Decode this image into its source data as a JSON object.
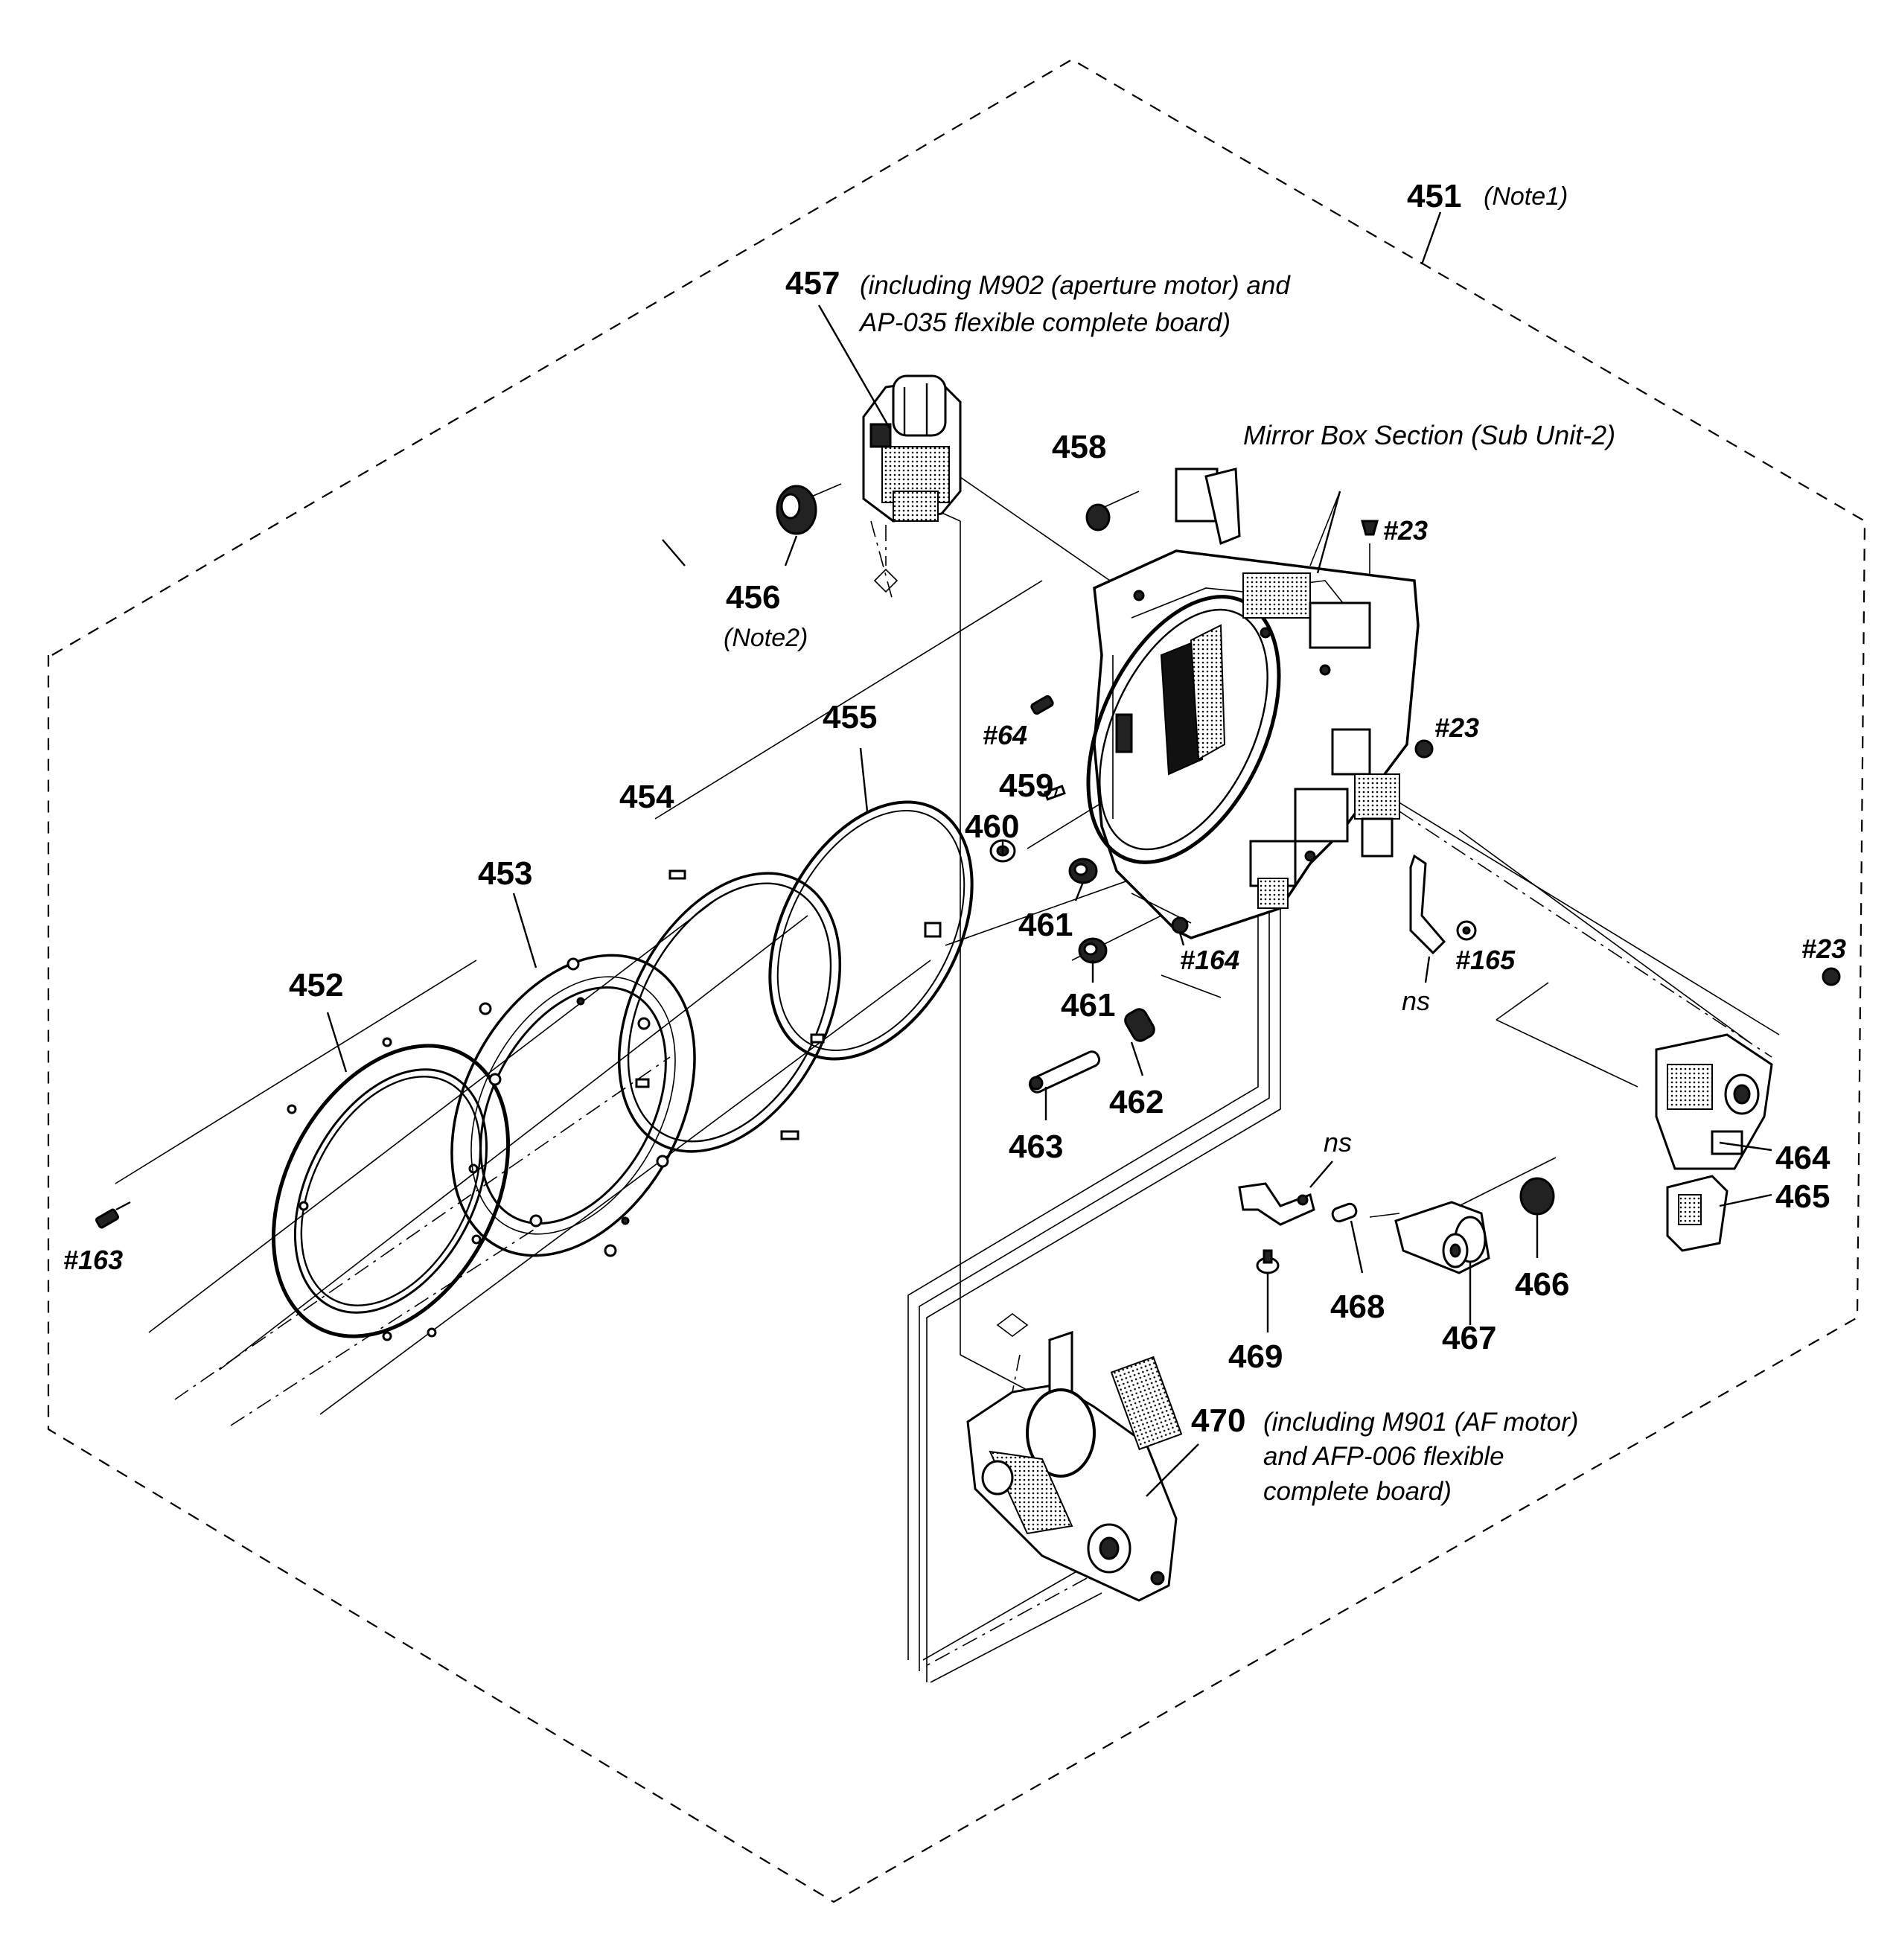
{
  "labels": {
    "p451": "451",
    "p451_note": "(Note1)",
    "p452": "452",
    "p453": "453",
    "p454": "454",
    "p455": "455",
    "p456": "456",
    "p456_note": "(Note2)",
    "p457": "457",
    "p457_note_line1": "(including M902 (aperture motor) and",
    "p457_note_line2": "AP-035 flexible complete board)",
    "p458": "458",
    "p459": "459",
    "p460": "460",
    "p461_a": "461",
    "p461_b": "461",
    "p462": "462",
    "p463": "463",
    "p464": "464",
    "p465": "465",
    "p466": "466",
    "p467": "467",
    "p468": "468",
    "p469": "469",
    "p470": "470",
    "p470_note_line1": "(including M901 (AF motor)",
    "p470_note_line2": "and AFP-006 flexible",
    "p470_note_line3": "complete board)",
    "mirror_box": "Mirror Box Section (Sub Unit-2)",
    "s23_a": "#23",
    "s23_b": "#23",
    "s23_c": "#23",
    "s64": "#64",
    "s163": "#163",
    "s164": "#164",
    "s165": "#165",
    "ns_a": "ns",
    "ns_b": "ns"
  }
}
